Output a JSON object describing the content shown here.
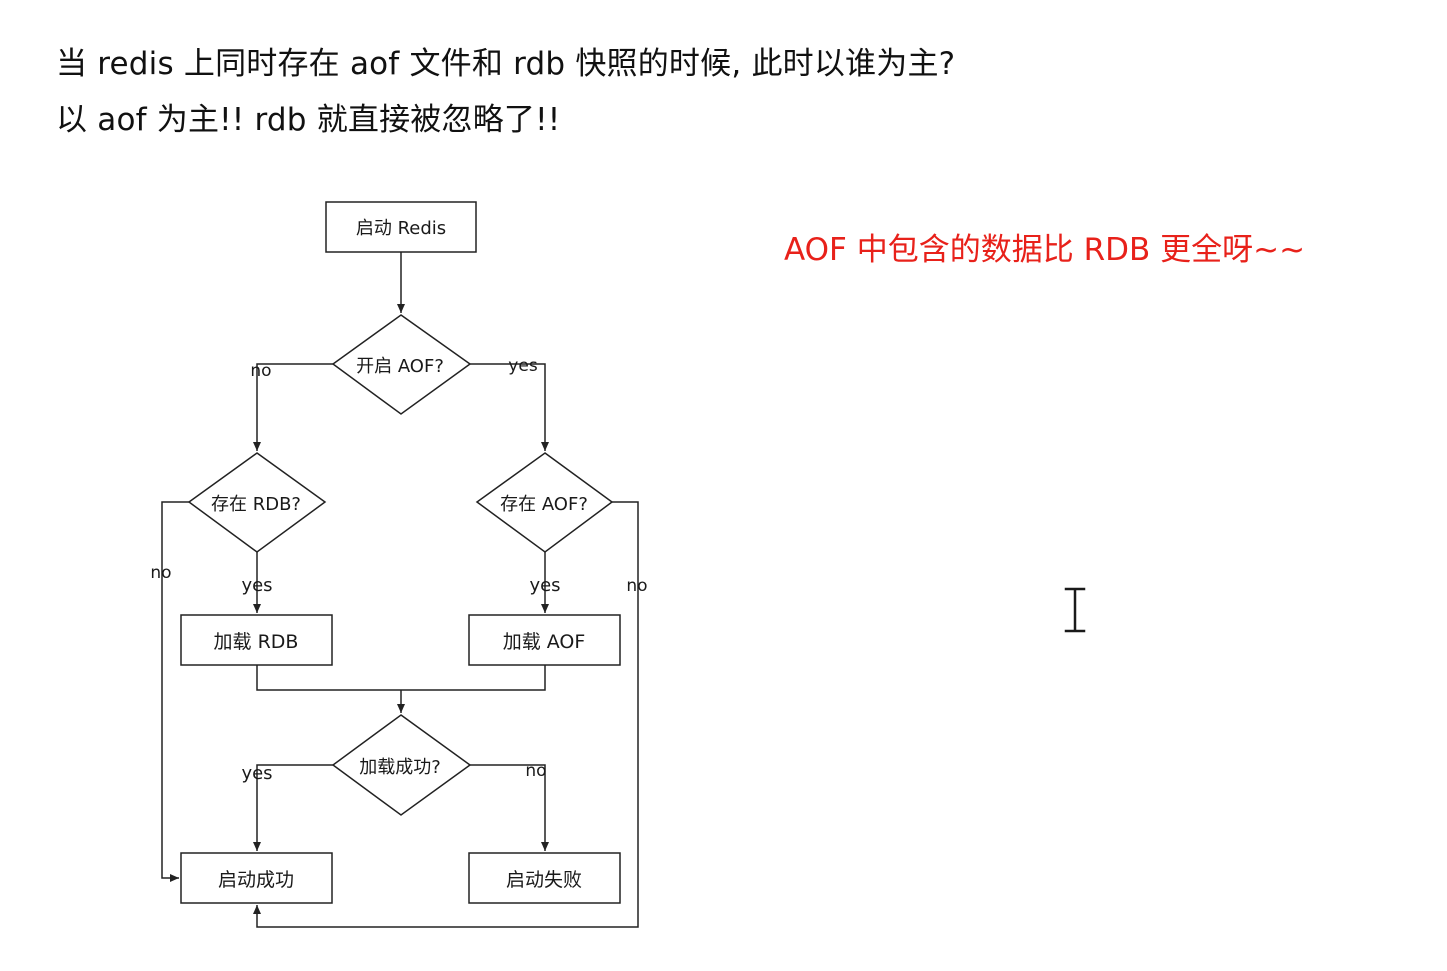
{
  "heading": {
    "line1": "当 redis 上同时存在 aof 文件和 rdb 快照的时候, 此时以谁为主?",
    "line2": "以 aof 为主!! rdb 就直接被忽略了!!"
  },
  "note": "AOF 中包含的数据比 RDB 更全呀~~",
  "flowchart": {
    "start": "启动 Redis",
    "q_aof_enabled": "开启 AOF?",
    "q_rdb_exists": "存在 RDB?",
    "q_aof_exists": "存在 AOF?",
    "load_rdb": "加载 RDB",
    "load_aof": "加载 AOF",
    "q_load_ok": "加载成功?",
    "start_ok": "启动成功",
    "start_fail": "启动失败",
    "labels": {
      "aof_enabled_no": "no",
      "aof_enabled_yes": "yes",
      "rdb_exists_no": "no",
      "rdb_exists_yes": "yes",
      "aof_exists_yes": "yes",
      "aof_exists_no": "no",
      "load_ok_yes": "yes",
      "load_ok_no": "no"
    }
  },
  "cursor": "text-cursor-icon"
}
